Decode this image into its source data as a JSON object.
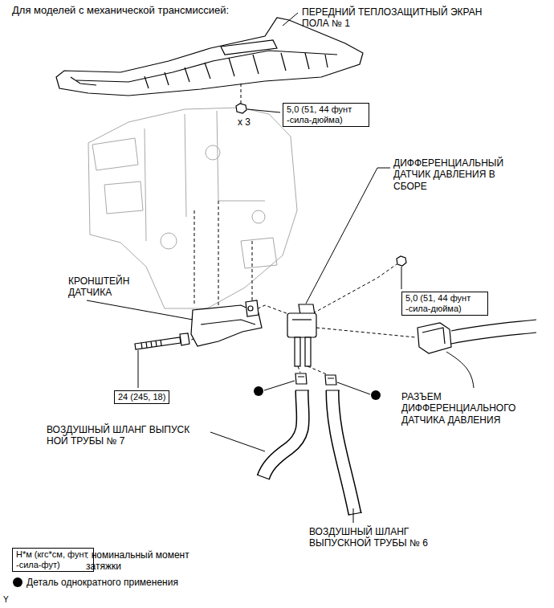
{
  "diagram": {
    "title": "Для моделей с механической трансмиссией:",
    "nodes": [
      {
        "text": [
          "5,0 (51, 44 фунт -сила-дюйма)"
        ]
      },
      {
        "text": [
          "5,0 (51, 44 фунт -сила-дюйма)"
        ]
      },
      {
        "text": [
          "24 (245, 18)"
        ]
      },
      {
        "text": [
          "Н*м (кгс*см, фунт -сила-фут)"
        ]
      }
    ],
    "labels": [
      "ПЕРЕДНИЙ ТЕПЛОЗАЩИТНЫЙ ЭКРАН ПОЛА № 1",
      "x 3",
      "ДИФФЕРЕНЦИАЛЬНЫЙ ДАТЧИК ДАВЛЕНИЯ В СБОРЕ",
      "КРОНШТЕЙН ДАТЧИКА",
      "РАЗЪЕМ ДИФФЕРЕНЦИАЛЬНОГО ДАТЧИКА ДАВЛЕНИЯ",
      "ВОЗДУШНЫЙ ШЛАНГ ВЫПУСК НОЙ ТРУБЫ № 7",
      "ВОЗДУШНЫЙ ШЛАНГ ВЫПУСКНОЙ ТРУБЫ № 6",
      "Y"
    ],
    "legend": [
      {
        "text": ": номинальный момент затяжки"
      },
      {
        "text": "Деталь однократного применения"
      }
    ]
  }
}
